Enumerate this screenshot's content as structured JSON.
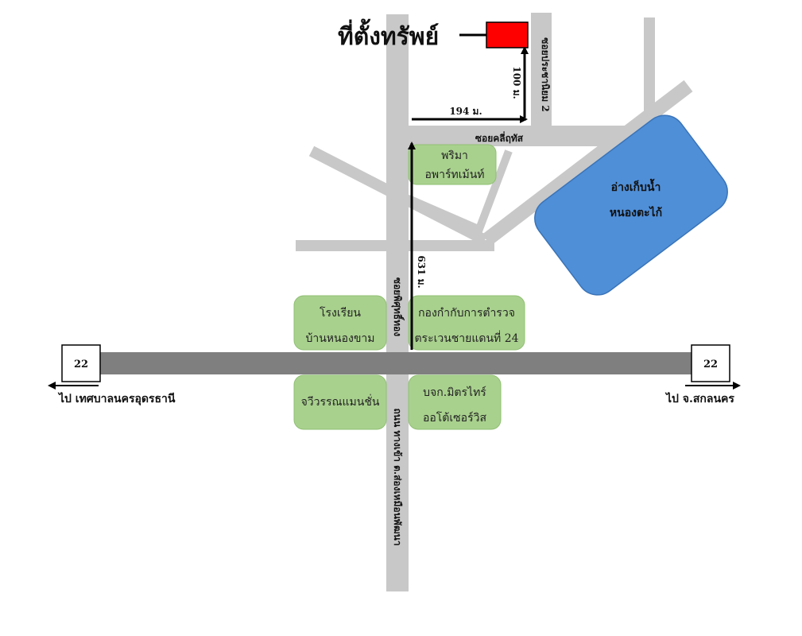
{
  "colors": {
    "road": "#c8c8c8",
    "highway": "#7f7f7f",
    "landmark_fill": "#a9d18e",
    "reservoir": "#4f8fd8",
    "property": "#ff0000",
    "arrow": "#000000"
  },
  "title": "ที่ตั้งทรัพย์",
  "roads": {
    "main_vertical_label_upper": "ซอยพิศุทธิ์ทอง",
    "main_vertical_label_lower": "ถนน ทางเข้า ต.ส่องเหมือนพัฒนา",
    "soi_upper_horizontal": "ซอยคลี่ฤทัส",
    "soi_right_vertical": "ซอยประชานิยม 2",
    "highway_number_left": "22",
    "highway_number_right": "22",
    "to_left": "ไป เทศบาลนครอุดรธานี",
    "to_right": "ไป จ.สกลนคร"
  },
  "distances": {
    "main_vertical": "631 ม.",
    "horizontal": "194 ม.",
    "right_vertical": "100 ม."
  },
  "landmarks": {
    "prima": [
      "พริมา",
      "อพาร์ทเม้นท์"
    ],
    "school": [
      "โรงเรียน",
      "บ้านหนองขาม"
    ],
    "police": [
      "กองกำกับการตำรวจ",
      "ตระเวนชายแดนที่ 24"
    ],
    "mansion": [
      "จวีวรรณแมนชั่น"
    ],
    "company": [
      "บจก.มิตรไทร์",
      "ออโต้เซอร์วิส"
    ],
    "reservoir": [
      "อ่างเก็บน้ำ",
      "หนองตะไก้"
    ]
  }
}
